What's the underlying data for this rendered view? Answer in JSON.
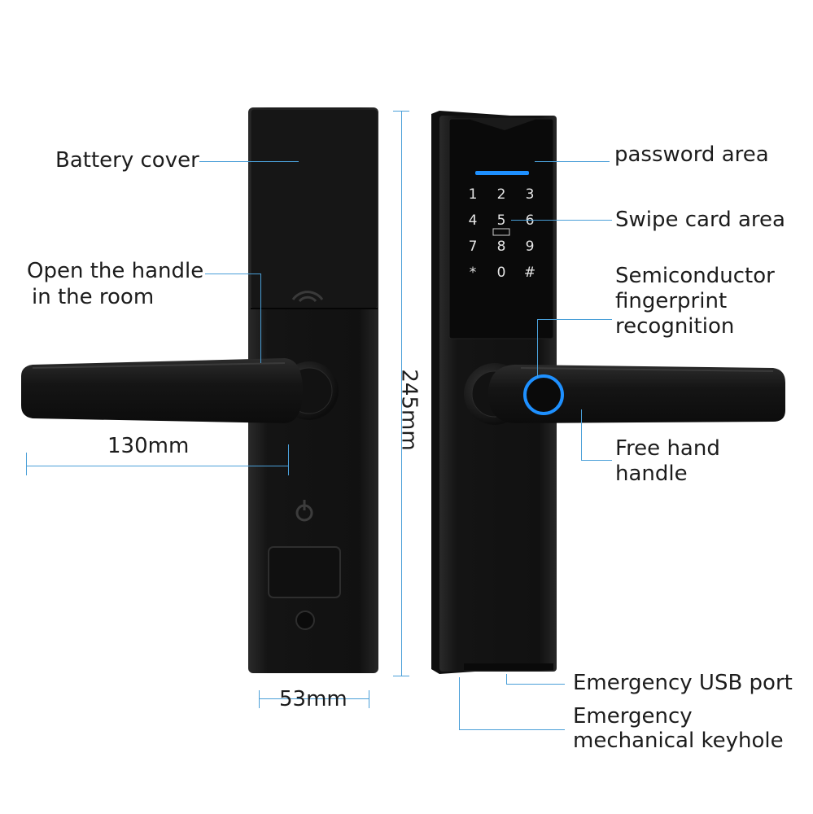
{
  "labels": {
    "battery_cover": "Battery cover",
    "open_handle_line1": "Open the handle",
    "open_handle_line2": "in the room",
    "width_130": "130mm",
    "width_53": "53mm",
    "height_245": "245mm",
    "password_area": "password area",
    "swipe_card_area": "Swipe card area",
    "fingerprint_line1": "Semiconductor",
    "fingerprint_line2": "fingerprint",
    "fingerprint_line3": "recognition",
    "free_hand_line1": "Free hand",
    "free_hand_line2": "handle",
    "usb_port": "Emergency USB port",
    "keyhole_line1": "Emergency",
    "keyhole_line2": "mechanical keyhole"
  },
  "keypad": {
    "keys": [
      "1",
      "2",
      "3",
      "4",
      "5",
      "6",
      "7",
      "8",
      "9",
      "*",
      "0",
      "#"
    ]
  },
  "colors": {
    "accent": "#4a9fd8",
    "lock_body": "#141414",
    "fingerprint_ring": "#1e90ff"
  }
}
